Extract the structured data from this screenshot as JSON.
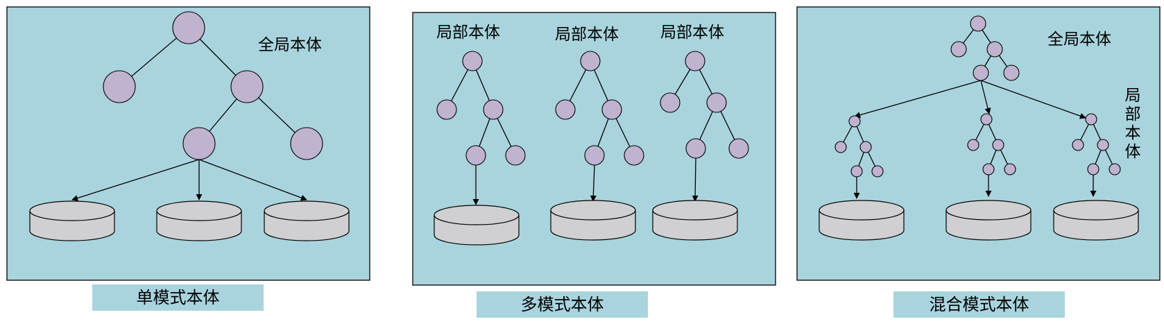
{
  "panels": [
    {
      "caption": "单模式本体",
      "labels": [
        "全局本体"
      ]
    },
    {
      "caption": "多模式本体",
      "labels": [
        "局部本体",
        "局部本体",
        "局部本体"
      ]
    },
    {
      "caption": "混合模式本体",
      "labels": [
        "全局本体",
        "局部本体"
      ]
    }
  ],
  "colors": {
    "panel_fill": "#a9d4de",
    "node_fill": "#bfb3cf",
    "database_fill": "#d0cfd1"
  }
}
